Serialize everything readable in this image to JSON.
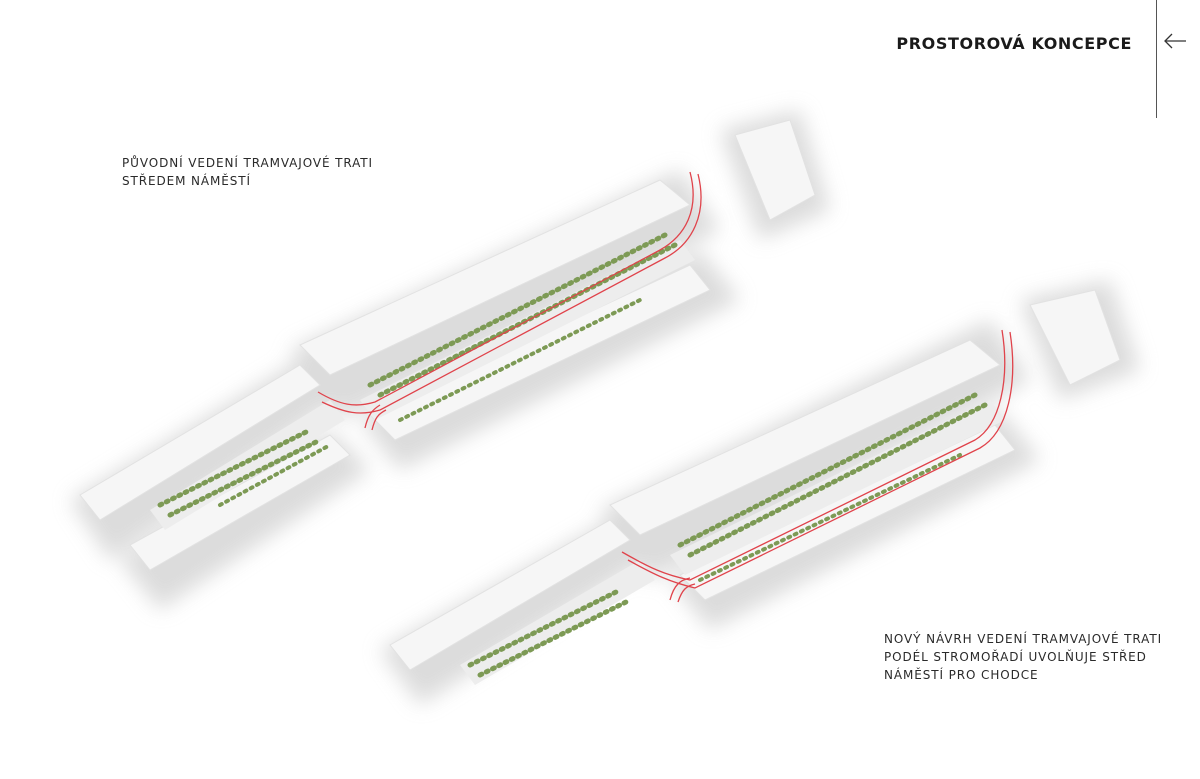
{
  "header": {
    "title": "PROSTOROVÁ KONCEPCE",
    "back_icon": "arrow-left-icon"
  },
  "captions": {
    "original": {
      "line1": "PŮVODNÍ VEDENÍ TRAMVAJOVÉ TRATI",
      "line2": "STŘEDEM NÁMĚSTÍ"
    },
    "proposal": {
      "line1": "NOVÝ NÁVRH VEDENÍ TRAMVAJOVÉ TRATI",
      "line2": "PODÉL STROMOŘADÍ UVOLŇUJE STŘED",
      "line3": "NÁMĚSTÍ PRO CHODCE"
    }
  },
  "colors": {
    "tram_line": "#e0434b",
    "trees": "#7d9a55",
    "buildings": "#f4f4f4",
    "shadow": "#d9d9d9"
  }
}
